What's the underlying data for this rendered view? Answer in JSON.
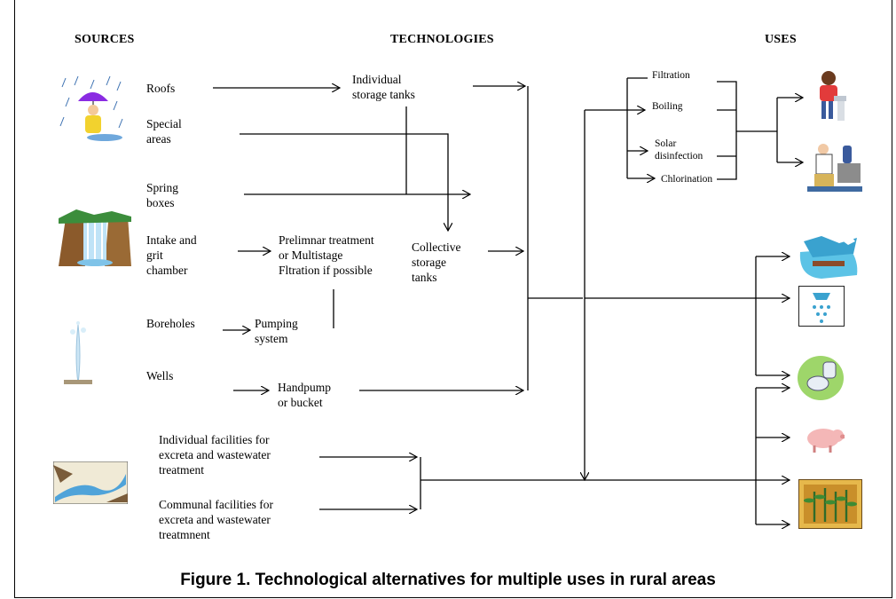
{
  "headers": {
    "sources": "SOURCES",
    "technologies": "TECHNOLOGIES",
    "uses": "USES"
  },
  "sources": {
    "roofs": "Roofs",
    "special_areas": "Special\nareas",
    "spring_boxes": "Spring\nboxes",
    "intake": "Intake and\ngrit\nchamber",
    "boreholes": "Boreholes",
    "wells": "Wells",
    "individual_facilities": "Individual facilities for\nexcreta and wastewater\ntreatment",
    "communal_facilities": "Communal facilities for\nexcreta and wastewater\ntreatmnent"
  },
  "technologies": {
    "individual_tanks": "Individual\nstorage tanks",
    "pretreatment": "Prelimnar treatment\nor Multistage\nFltration if possible",
    "collective_tanks": "Collective\nstorage\ntanks",
    "pumping": "Pumping\nsystem",
    "handpump": "Handpump\nor bucket"
  },
  "treatments": {
    "filtration": "Filtration",
    "boiling": "Boiling",
    "solar": "Solar\ndisinfection",
    "chlorination": "Chlorination"
  },
  "icons": {
    "rain": "rain-person-icon",
    "waterfall": "waterfall-icon",
    "geyser": "water-jet-icon",
    "stream": "stream-icon",
    "drinking": "drinking-child-icon",
    "cooking": "cooking-person-icon",
    "washing": "laundry-icon",
    "shower": "shower-icon",
    "toilet": "toilet-icon",
    "pig": "pig-icon",
    "crops": "crops-icon"
  },
  "caption": "Figure 1. Technological alternatives for multiple uses in rural areas"
}
